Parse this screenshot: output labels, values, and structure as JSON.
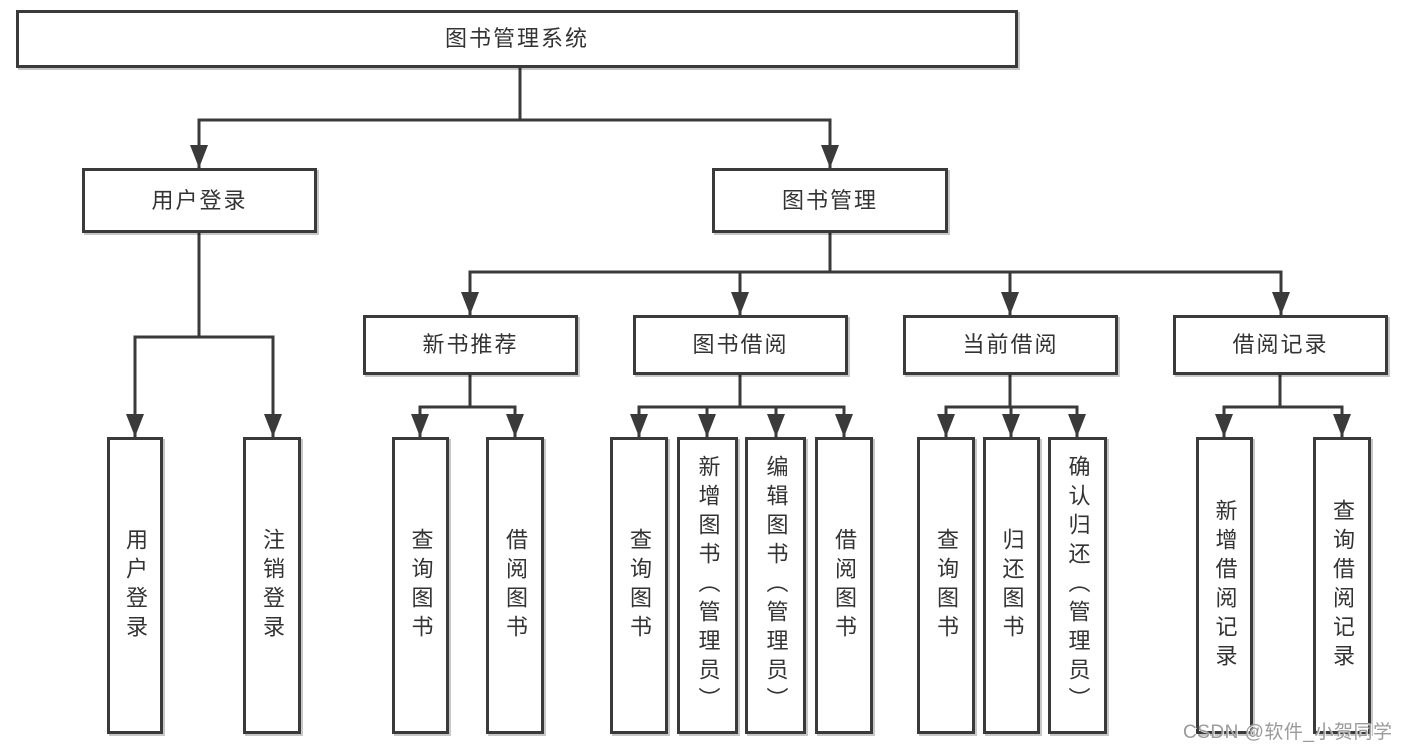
{
  "diagram": {
    "root_label": "图书管理系统",
    "level2": {
      "user_login": {
        "label": "用户登录"
      },
      "book_mgmt": {
        "label": "图书管理"
      }
    },
    "level3": {
      "new_books": {
        "label": "新书推荐"
      },
      "book_borrow": {
        "label": "图书借阅"
      },
      "current_borrow": {
        "label": "当前借阅"
      },
      "borrow_records": {
        "label": "借阅记录"
      }
    },
    "leaves": {
      "user_login": [
        "用户登录",
        "注销登录"
      ],
      "new_books": [
        "查询图书",
        "借阅图书"
      ],
      "book_borrow": [
        "查询图书",
        "新增图书（管理员）",
        "编辑图书（管理员）",
        "借阅图书"
      ],
      "current_borrow": [
        "查询图书",
        "归还图书",
        "确认归还（管理员）"
      ],
      "borrow_records": [
        "新增借阅记录",
        "查询借阅记录"
      ]
    },
    "watermark": "CSDN @软件_小贺同学",
    "colors": {
      "line": "#3a3a3a",
      "text": "#333333",
      "box_background": "#ffffff",
      "watermark": "#9b9b9b",
      "background": "#ffffff"
    }
  }
}
